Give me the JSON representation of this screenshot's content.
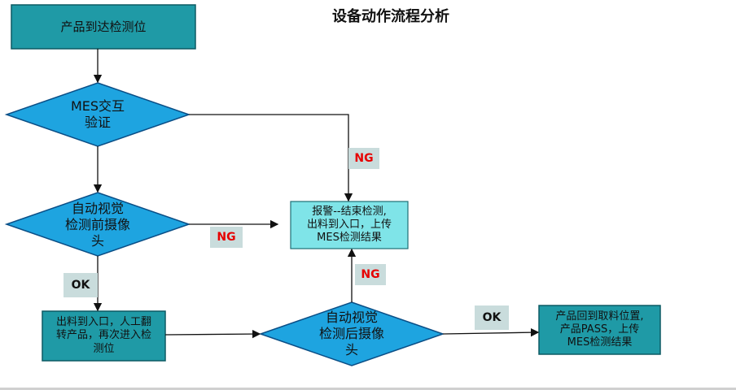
{
  "title": "设备动作流程分析",
  "colors": {
    "teal_box": "#1f9aa6",
    "diamond": "#1ea4e0",
    "light_box": "#7fe4e8",
    "arrow": "#111111",
    "ng": "#e60000",
    "tag_bg": "#c9dcdc"
  },
  "nodes": {
    "start": "产品到达检测位",
    "mes_check": [
      "MES交互",
      "验证"
    ],
    "pre_camera": [
      "自动视觉",
      "检测前摄像",
      "头"
    ],
    "alarm": [
      "报警--结束检测,",
      "出料到入口，上传",
      "MES检测结果"
    ],
    "rework": [
      "出料到入口，人工翻",
      "转产品，再次进入检",
      "测位"
    ],
    "post_camera": [
      "自动视觉",
      "检测后摄像",
      "头"
    ],
    "pass": [
      "产品回到取料位置,",
      "产品PASS，上传",
      "MES检测结果"
    ]
  },
  "tags": {
    "ng1": "NG",
    "ng2": "NG",
    "ng3": "NG",
    "ok1": "OK",
    "ok2": "OK"
  }
}
